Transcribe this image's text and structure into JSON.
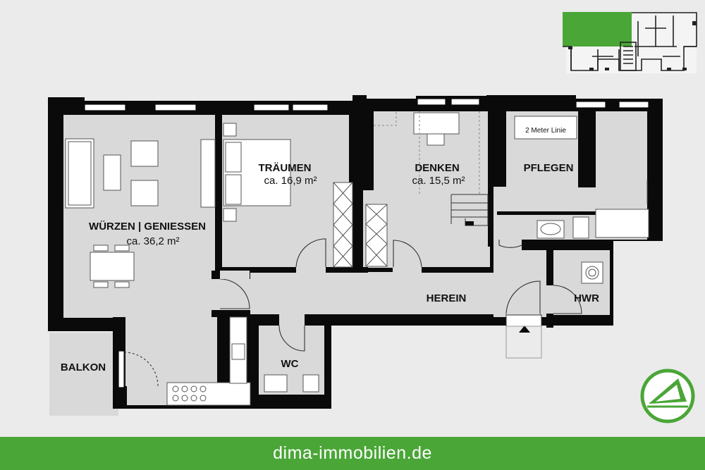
{
  "rooms": {
    "living": {
      "name": "WÜRZEN | GENIESSEN",
      "area": "ca. 36,2 m²"
    },
    "bedroom": {
      "name": "TRÄUMEN",
      "area": "ca. 16,9 m²"
    },
    "study": {
      "name": "DENKEN",
      "area": "ca. 15,5 m²"
    },
    "bath": {
      "name": "PFLEGEN"
    },
    "hall": {
      "name": "HEREIN"
    },
    "utility": {
      "name": "HWR"
    },
    "toilet": {
      "name": "WC"
    },
    "balcony": {
      "name": "BALKON"
    }
  },
  "notes": {
    "height_line": "2 Meter Linie"
  },
  "footer": {
    "website": "dima-immobilien.de"
  },
  "colors": {
    "brand_green": "#4aa637",
    "wall": "#0a0a0a",
    "floor": "#d9d9d9",
    "background": "#ebebeb"
  },
  "icons": {
    "logo": "dima-triangle-logo",
    "key_plan": "building-key-plan"
  }
}
